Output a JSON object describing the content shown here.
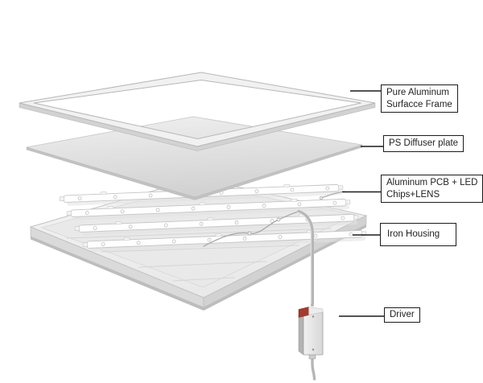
{
  "labels": {
    "frame_line1": "Pure Aluminum",
    "frame_line2": "Surfacce Frame",
    "diffuser": "PS Diffuser plate",
    "pcb_line1": "Aluminum PCB + LED",
    "pcb_line2": "Chips+LENS",
    "housing": "Iron Housing",
    "driver": "Driver"
  },
  "colors": {
    "label_border": "#1b1b1b",
    "label_text": "#1f1f1f",
    "leader_line": "#1b1b1b",
    "driver_red": "#a33b31",
    "frame_metal": "#f1f1f1",
    "diffuser_gray": "#d9d9d9",
    "housing_gray": "#ededed",
    "cable_gray": "#b6b6b6"
  }
}
